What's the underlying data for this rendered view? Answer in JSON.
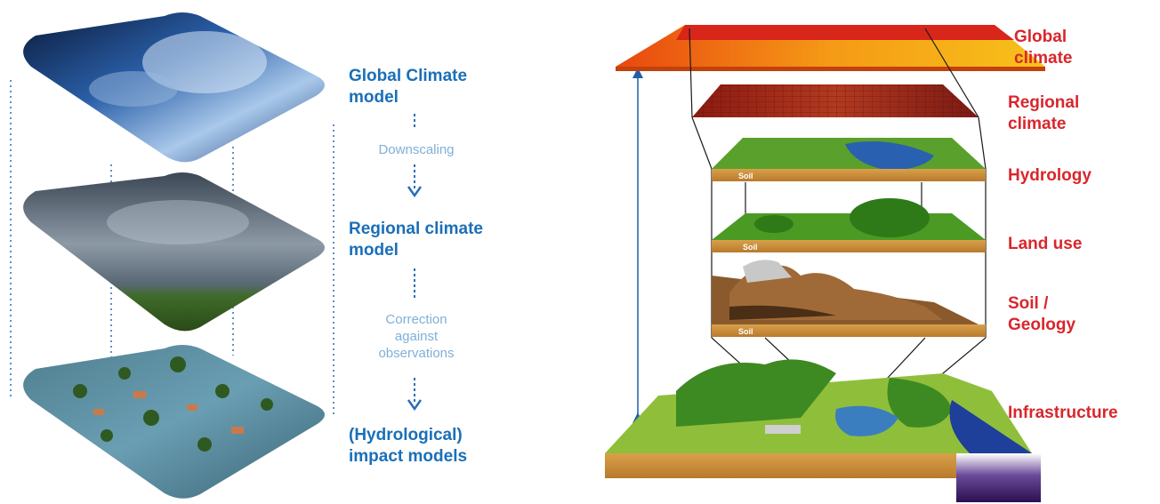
{
  "left_panel": {
    "steps": {
      "global": [
        "Global Climate",
        "model"
      ],
      "downscaling": "Downscaling",
      "regional": [
        "Regional climate",
        "model"
      ],
      "correction": [
        "Correction",
        "against",
        "observations"
      ],
      "impact": [
        "(Hydrological)",
        "impact models"
      ]
    },
    "colors": {
      "title": "#1a6fb8",
      "step": "#7fb0d8"
    }
  },
  "right_panel": {
    "labels": {
      "global": [
        "Global",
        "climate"
      ],
      "regional": [
        "Regional",
        "climate"
      ],
      "hydrology": "Hydrology",
      "land_use": "Land use",
      "soil": [
        "Soil /",
        "Geology"
      ],
      "infrastructure": "Infrastructure"
    },
    "soil_tag": "Soil",
    "colors": {
      "label": "#d9262c",
      "arrow": "#1f5fa8"
    }
  }
}
